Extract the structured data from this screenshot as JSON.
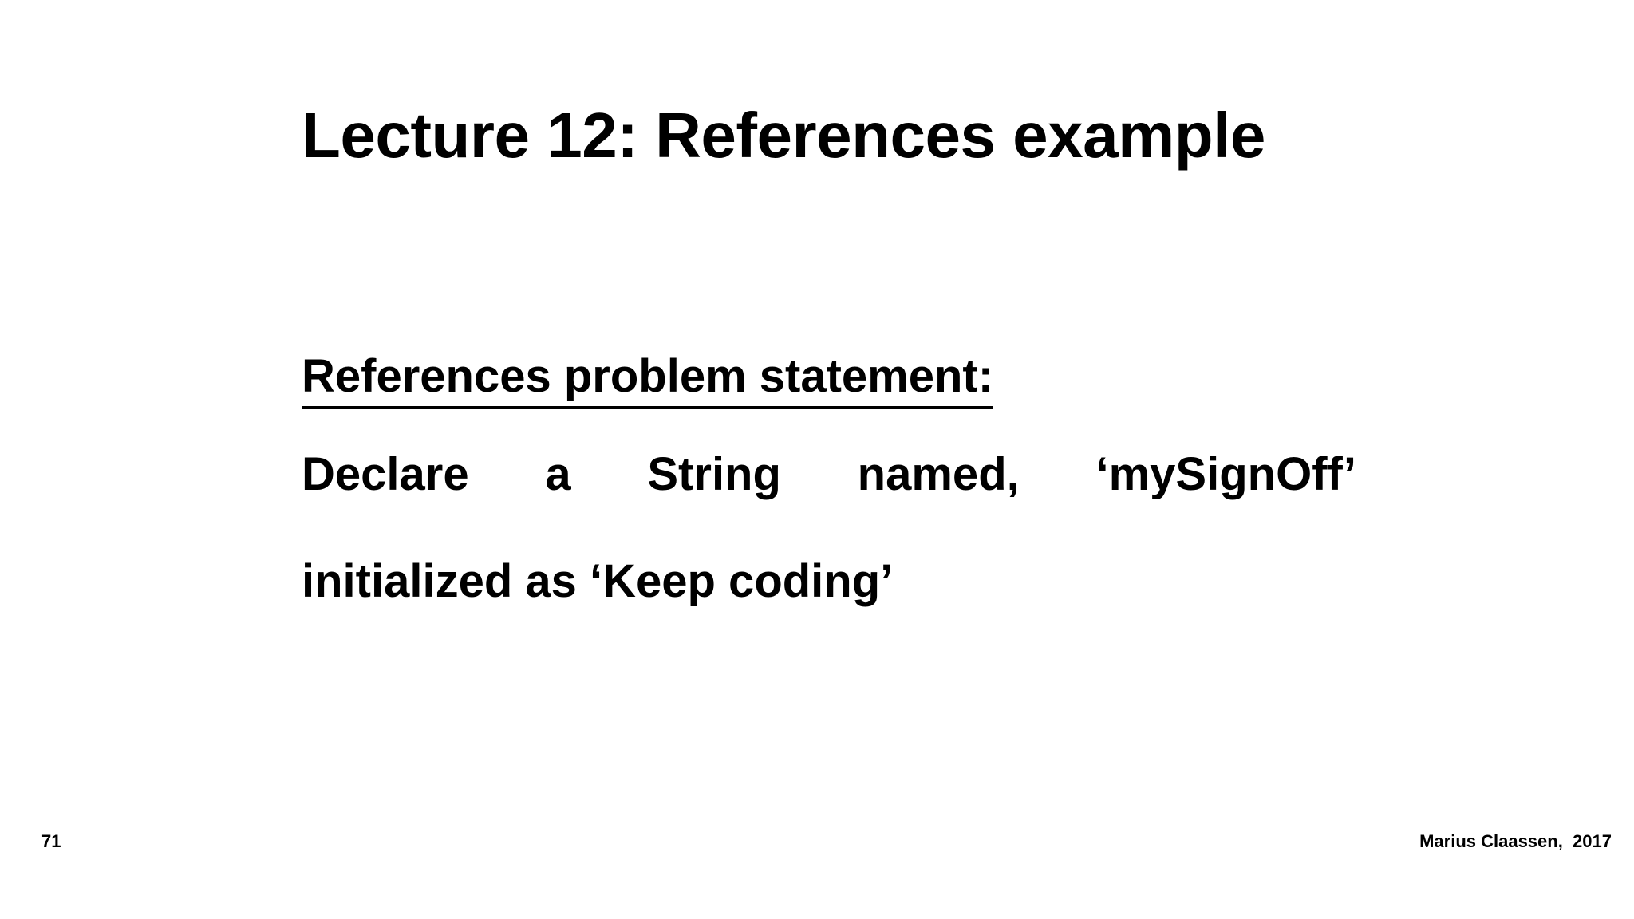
{
  "slide": {
    "background_color": "#ffffff",
    "text_color": "#000000",
    "title": "Lecture 12: References example",
    "body": {
      "section_heading": "References problem statement:",
      "paragraph_line_1": "Declare a String named, ‘mySignOff’",
      "paragraph_line_2": "initialized as ‘Keep coding’"
    },
    "footer": {
      "page_number": "71",
      "attribution": "Marius Claassen,  2017"
    }
  }
}
